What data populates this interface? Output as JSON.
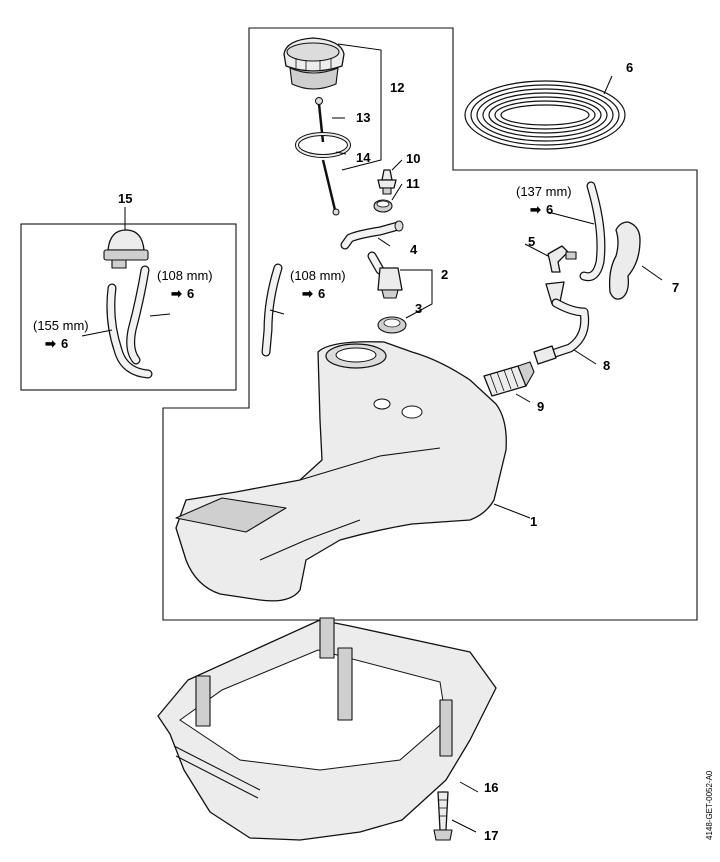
{
  "callouts": {
    "c1": "1",
    "c2": "2",
    "c3": "3",
    "c4": "4",
    "c5": "5",
    "c6": "6",
    "c7": "7",
    "c8": "8",
    "c9": "9",
    "c10": "10",
    "c11": "11",
    "c12": "12",
    "c13": "13",
    "c14": "14",
    "c15": "15",
    "c16": "16",
    "c17": "17"
  },
  "lengths": {
    "hose_137": "(137 mm)",
    "hose_108_right": "(108 mm)",
    "hose_108_left": "(108 mm)",
    "hose_155": "(155 mm)"
  },
  "refs": {
    "ref_137": "6",
    "ref_108_right": "6",
    "ref_108_left": "6",
    "ref_155": "6"
  },
  "ref_arrow_glyph": "➡",
  "doc_code": "4148-GET-0052-A0"
}
